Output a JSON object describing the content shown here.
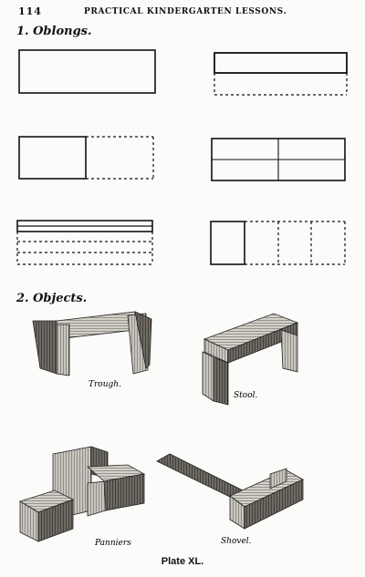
{
  "header": {
    "page_number": "114",
    "running_head": "PRACTICAL KINDERGARTEN LESSONS."
  },
  "sections": {
    "oblongs": {
      "heading": "1. Oblongs."
    },
    "objects": {
      "heading": "2. Objects.",
      "labels": {
        "trough": "Trough.",
        "stool": "Stool.",
        "panniers": "Panniers",
        "shovel": "Shovel."
      }
    }
  },
  "caption": "Plate XL."
}
